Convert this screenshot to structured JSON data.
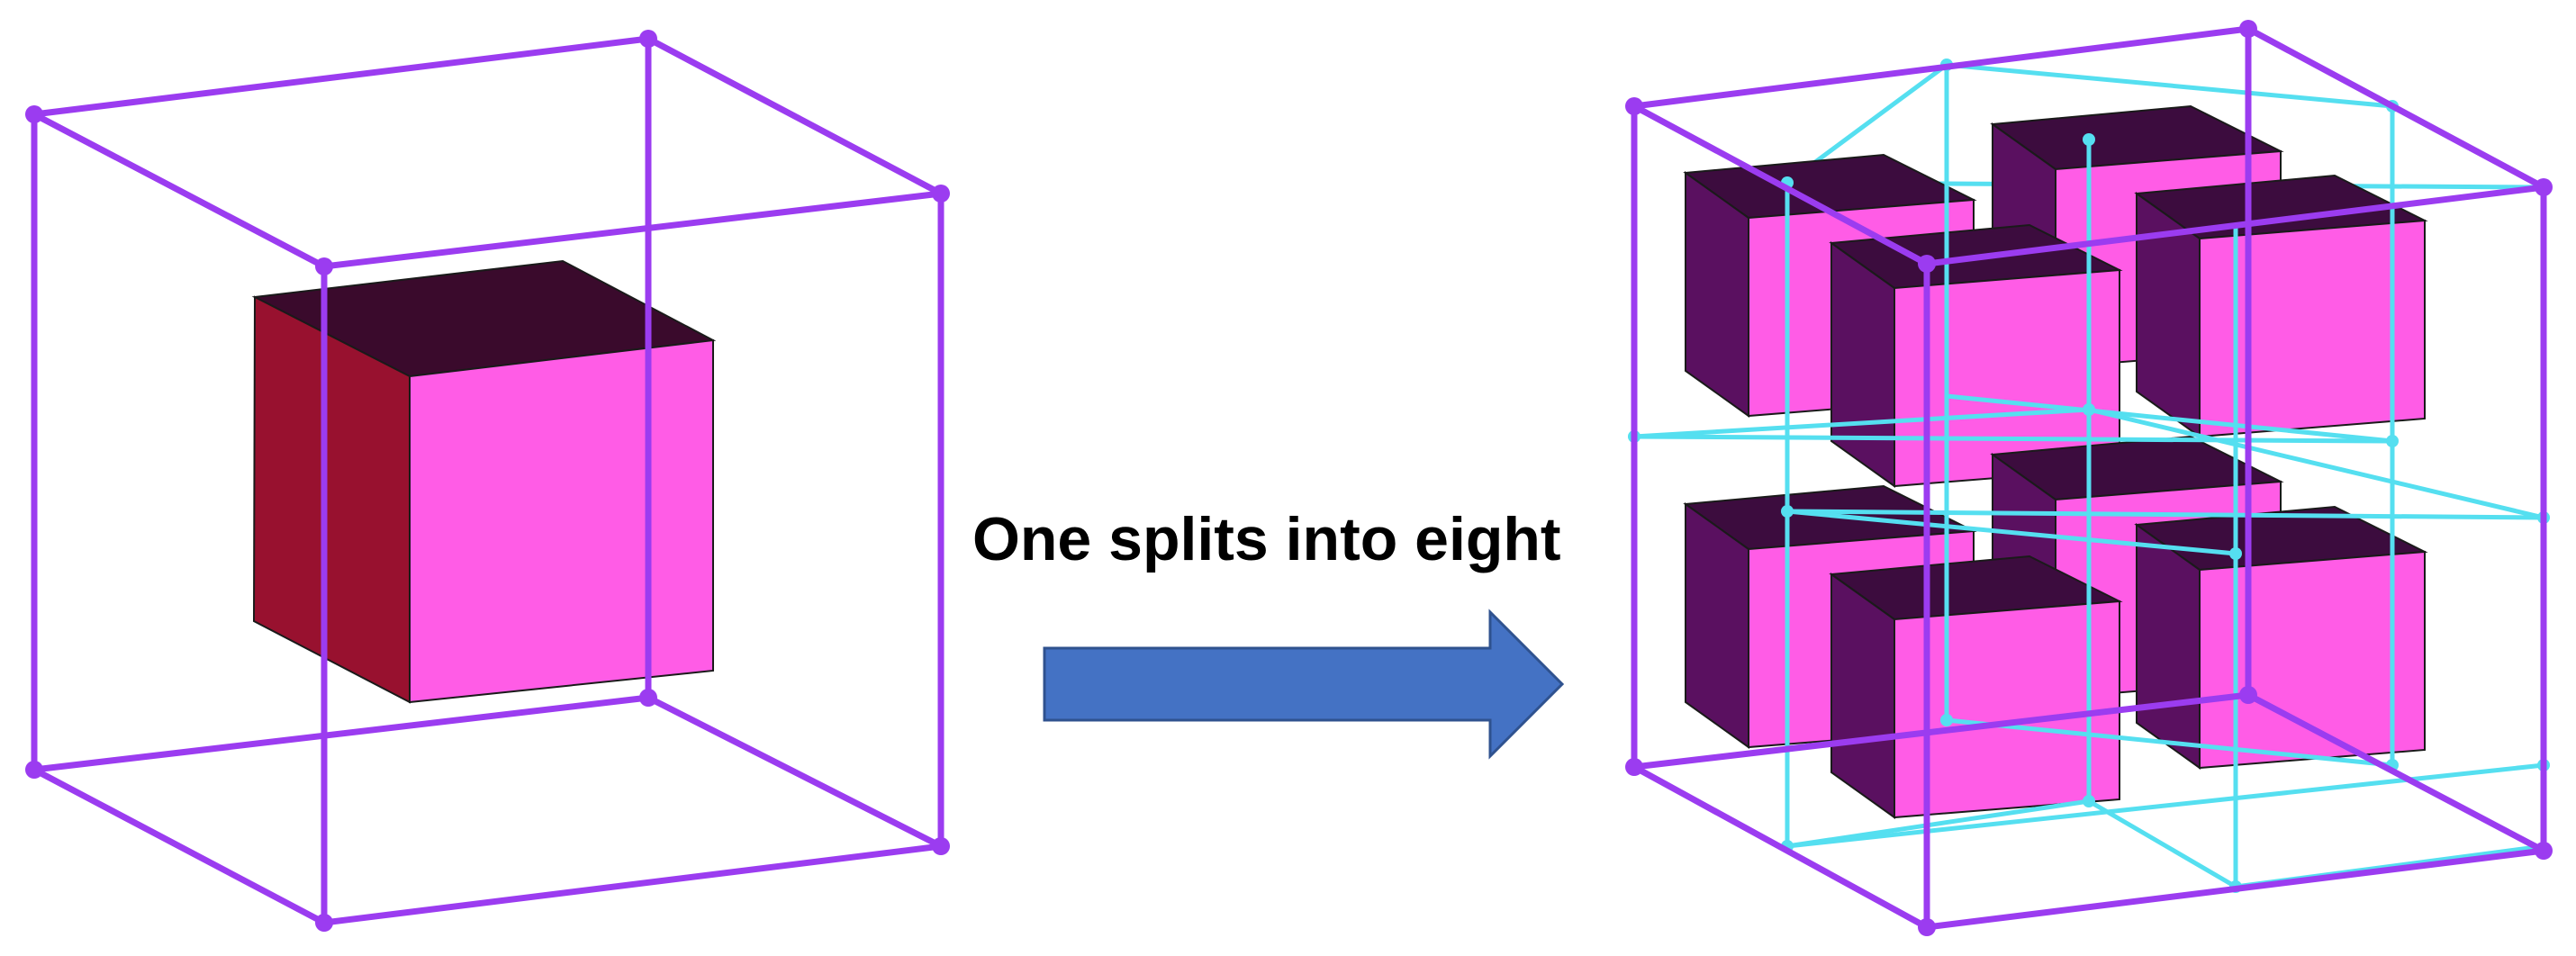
{
  "caption": "One splits into eight",
  "colors": {
    "outer_frame": "#9b3cf0",
    "inner_frame": "#55dff0",
    "cube_front": "#ff5ce6",
    "cube_top_left": "#3a0a2c",
    "cube_side_left": "#98112f",
    "cube_top_right": "#3c0c3e",
    "cube_side_right": "#5a1060",
    "arrow_fill": "#4472c4",
    "arrow_stroke": "#2f528f",
    "edge": "#1a1a1a"
  },
  "left_diagram": {
    "cube_count": 1
  },
  "right_diagram": {
    "cube_count": 8,
    "grid": "2x2x2"
  }
}
